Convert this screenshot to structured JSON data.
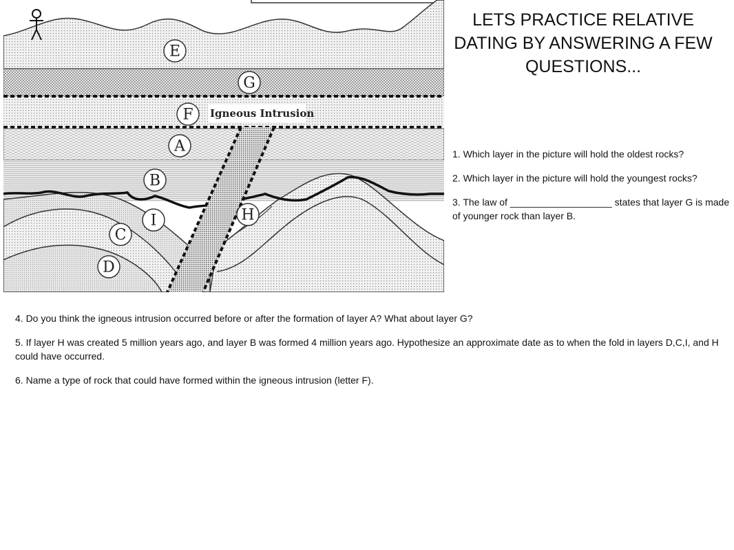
{
  "title": "LETS PRACTICE RELATIVE DATING BY ANSWERING A FEW QUESTIONS...",
  "questions_right": [
    "1. Which layer in the picture will hold the oldest rocks?",
    "2. Which layer in the picture will hold the youngest rocks?",
    "3.  The law of ___________________ states that layer G is made of younger rock than layer B."
  ],
  "questions_bottom": [
    "4. Do you think the igneous intrusion occurred before or after the formation of layer A? What about layer G?",
    "5. If layer H was created 5 million years ago, and layer B was formed 4 million years ago.  Hypothesize an approximate date as to when the fold in layers D,C,I, and H could have occurred.",
    "6. Name a type of rock that could have formed within the igneous intrusion (letter F)."
  ],
  "diagram": {
    "intrusion_label": "Igneous Intrusion",
    "layer_labels": {
      "E": "E",
      "G": "G",
      "F": "F",
      "A": "A",
      "B": "B",
      "I": "I",
      "H": "H",
      "C": "C",
      "D": "D"
    }
  }
}
